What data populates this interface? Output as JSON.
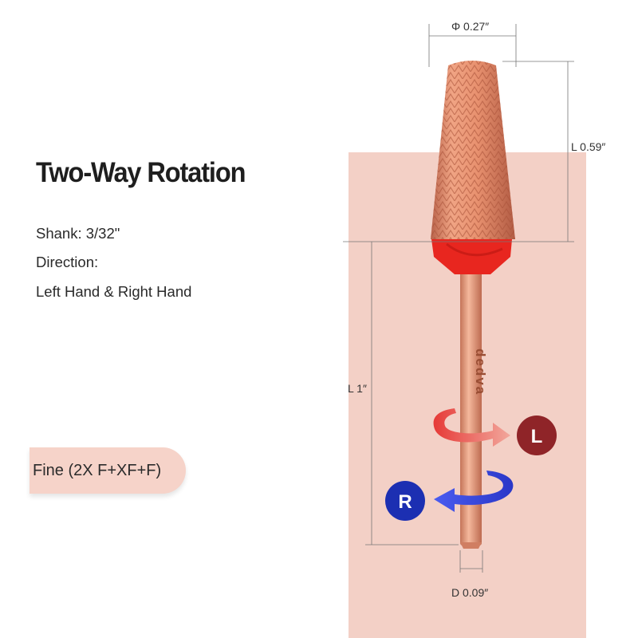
{
  "title": "Two-Way Rotation",
  "specs": {
    "shank": "Shank: 3/32\"",
    "direction_label": "Direction:",
    "direction_value": "Left Hand & Right Hand"
  },
  "grit": "Fine (2X F+XF+F)",
  "dimensions": {
    "head_diameter": "Φ 0.27″",
    "head_length": "L 0.59″",
    "total_length": "L 1″",
    "shank_diameter": "D 0.09″"
  },
  "rotation": {
    "left_badge": "L",
    "right_badge": "R"
  },
  "brand": "dedva",
  "colors": {
    "background_panel": "#f3d0c6",
    "bit_rose_gold": "#e08d6c",
    "collar_red": "#e8261f",
    "left_arrow": "#e8433e",
    "left_badge": "#8f2428",
    "right_arrow": "#3346d6",
    "right_badge": "#1c2fb2"
  }
}
